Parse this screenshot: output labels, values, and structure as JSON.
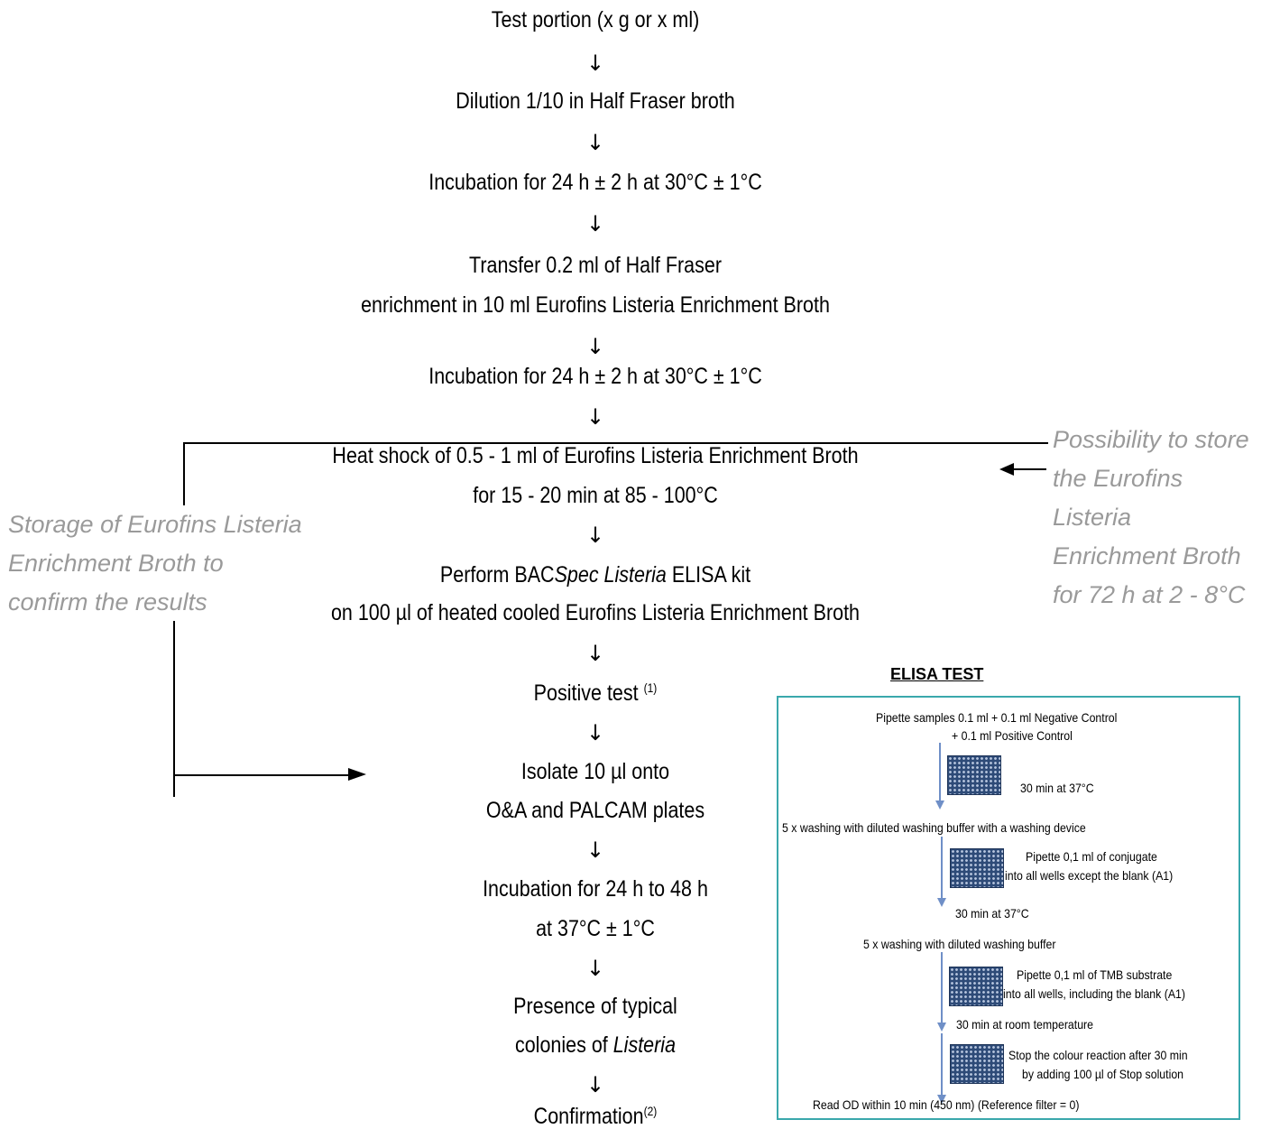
{
  "flow": {
    "step1": "Test portion (x g or x ml)",
    "step2": "Dilution 1/10 in Half Fraser broth",
    "step3": "Incubation for 24 h ± 2 h at 30°C ± 1°C",
    "step4a": "Transfer 0.2 ml of Half Fraser",
    "step4b": "enrichment in 10 ml Eurofins Listeria Enrichment Broth",
    "step5": "Incubation for 24 h ± 2 h at 30°C ± 1°C",
    "step6a": "Heat shock of 0.5 - 1 ml of Eurofins Listeria Enrichment Broth",
    "step6b": "for 15 - 20 min at 85 - 100°C",
    "step7a_pre": "Perform BAC",
    "step7a_it": "Spec Listeria",
    "step7a_post": " ELISA kit",
    "step7b": "on 100 µl of heated cooled Eurofins Listeria Enrichment Broth",
    "step8": "Positive test ",
    "step8_sup": "(1)",
    "step9a": "Isolate 10 µl onto",
    "step9b": "O&A and PALCAM plates",
    "step10a": "Incubation for 24 h to 48 h",
    "step10b": "at 37°C ± 1°C",
    "step11a": "Presence of typical",
    "step11b_pre": "colonies of ",
    "step11b_it": "Listeria",
    "step12": "Confirmation",
    "step12_sup": "(2)",
    "arrow": "↓"
  },
  "side": {
    "left": [
      "Storage of Eurofins Listeria",
      "Enrichment Broth to",
      "confirm the results"
    ],
    "right": [
      "Possibility to store",
      "the Eurofins",
      "Listeria",
      "Enrichment Broth",
      "for 72 h at 2 - 8°C"
    ]
  },
  "elisa": {
    "title": "ELISA TEST",
    "s1a": "Pipette samples 0.1 ml  + 0.1 ml Negative Control",
    "s1b": "+ 0.1 ml Positive Control",
    "s2": "30 min at 37°C",
    "s3": "5 x washing with diluted washing buffer with a washing device",
    "s4a": "Pipette 0,1 ml of conjugate",
    "s4b": "into all wells except the blank (A1)",
    "s5": "30 min at  37°C",
    "s6": "5 x washing with diluted washing buffer",
    "s7a": "Pipette 0,1 ml of TMB substrate",
    "s7b": "into all wells, including the blank (A1)",
    "s8": "30 min at room temperature",
    "s9a": "Stop the colour reaction after 30 min",
    "s9b": "by adding 100 µl of Stop solution",
    "s10": "Read OD within 10 min (450 nm) (Reference filter = 0)"
  }
}
